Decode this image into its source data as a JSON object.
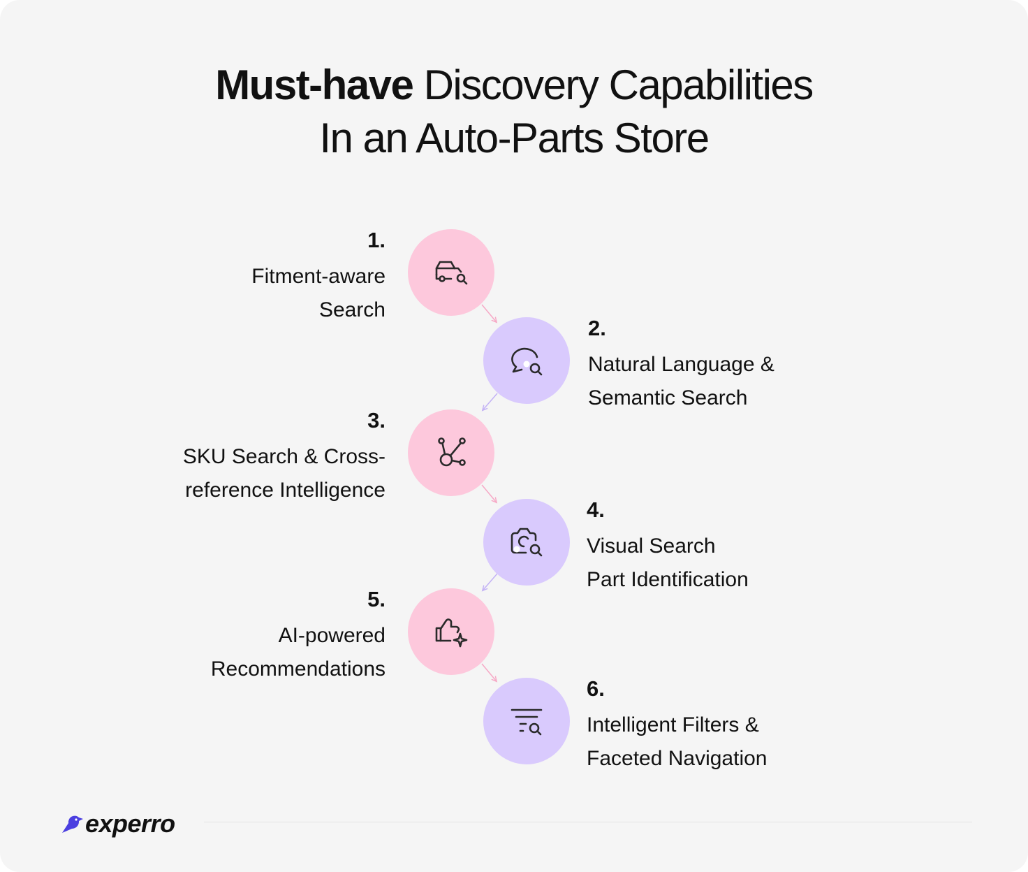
{
  "title": {
    "line1_bold": "Must-have",
    "line1_rest": " Discovery Capabilities",
    "line2": "In an Auto-Parts Store"
  },
  "steps": [
    {
      "number": "1.",
      "line1": "Fitment-aware",
      "line2": "Search",
      "icon": "car-search-icon",
      "color": "#fdc8dc"
    },
    {
      "number": "2.",
      "line1": "Natural Language &",
      "line2": "Semantic Search",
      "icon": "chat-search-icon",
      "color": "#d9cafd"
    },
    {
      "number": "3.",
      "line1": "SKU Search & Cross-",
      "line2": "reference Intelligence",
      "icon": "network-nodes-icon",
      "color": "#fdc8dc"
    },
    {
      "number": "4.",
      "line1": "Visual Search",
      "line2": "Part Identification",
      "icon": "camera-search-icon",
      "color": "#d9cafd"
    },
    {
      "number": "5.",
      "line1": "AI-powered",
      "line2": "Recommendations",
      "icon": "thumbs-up-sparkle-icon",
      "color": "#fdc8dc"
    },
    {
      "number": "6.",
      "line1": "Intelligent Filters &",
      "line2": "Faceted Navigation",
      "icon": "filter-search-icon",
      "color": "#d9cafd"
    }
  ],
  "brand": {
    "name": "experro",
    "accent": "#4b3fe0"
  },
  "colors": {
    "background": "#f5f5f5",
    "pink": "#fdc8dc",
    "purple": "#d9cafd",
    "text": "#111111"
  }
}
